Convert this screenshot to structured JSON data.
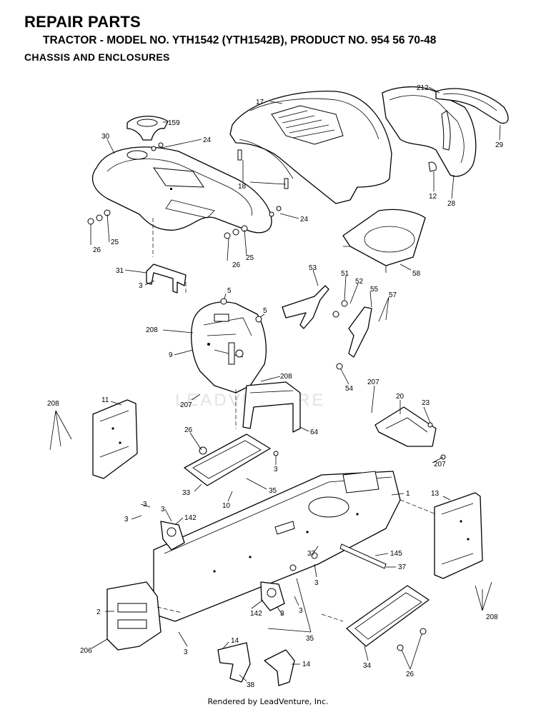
{
  "header": {
    "title": "REPAIR PARTS",
    "subtitle": "TRACTOR - MODEL NO. YTH1542 (YTH1542B), PRODUCT NO. 954 56 70-48",
    "section": "CHASSIS AND ENCLOSURES"
  },
  "watermark": "LEADVENTURE",
  "footer": "Rendered by LeadVenture, Inc.",
  "callouts": [
    {
      "id": "c17",
      "text": "17"
    },
    {
      "id": "c212",
      "text": "212"
    },
    {
      "id": "c159",
      "text": "159"
    },
    {
      "id": "c30",
      "text": "30"
    },
    {
      "id": "c24a",
      "text": "24"
    },
    {
      "id": "c29",
      "text": "29"
    },
    {
      "id": "c18",
      "text": "18"
    },
    {
      "id": "c12",
      "text": "12"
    },
    {
      "id": "c28",
      "text": "28"
    },
    {
      "id": "c24b",
      "text": "24"
    },
    {
      "id": "c25a",
      "text": "25"
    },
    {
      "id": "c26a",
      "text": "26"
    },
    {
      "id": "c25b",
      "text": "25"
    },
    {
      "id": "c26b",
      "text": "26"
    },
    {
      "id": "c58",
      "text": "58"
    },
    {
      "id": "c31",
      "text": "31"
    },
    {
      "id": "c3a",
      "text": "3"
    },
    {
      "id": "c53",
      "text": "53"
    },
    {
      "id": "c51",
      "text": "51"
    },
    {
      "id": "c52",
      "text": "52"
    },
    {
      "id": "c55",
      "text": "55"
    },
    {
      "id": "c57",
      "text": "57"
    },
    {
      "id": "c5a",
      "text": "5"
    },
    {
      "id": "c5b",
      "text": "5"
    },
    {
      "id": "c208a",
      "text": "208"
    },
    {
      "id": "c9",
      "text": "9"
    },
    {
      "id": "c54",
      "text": "54"
    },
    {
      "id": "c208b",
      "text": "208"
    },
    {
      "id": "c207a",
      "text": "207"
    },
    {
      "id": "c207b",
      "text": "207"
    },
    {
      "id": "c20",
      "text": "20"
    },
    {
      "id": "c23",
      "text": "23"
    },
    {
      "id": "c208c",
      "text": "208"
    },
    {
      "id": "c11",
      "text": "11"
    },
    {
      "id": "c64",
      "text": "64"
    },
    {
      "id": "c26c",
      "text": "26"
    },
    {
      "id": "c3b",
      "text": "3"
    },
    {
      "id": "c207c",
      "text": "207"
    },
    {
      "id": "c33",
      "text": "33"
    },
    {
      "id": "c35a",
      "text": "35"
    },
    {
      "id": "c10",
      "text": "10"
    },
    {
      "id": "c1",
      "text": "1"
    },
    {
      "id": "c13",
      "text": "13"
    },
    {
      "id": "c3c",
      "text": "3"
    },
    {
      "id": "c3d",
      "text": "3"
    },
    {
      "id": "c3e",
      "text": "3"
    },
    {
      "id": "c142a",
      "text": "142"
    },
    {
      "id": "c37a",
      "text": "37"
    },
    {
      "id": "c145",
      "text": "145"
    },
    {
      "id": "c37b",
      "text": "37"
    },
    {
      "id": "c3f",
      "text": "3"
    },
    {
      "id": "c2",
      "text": "2"
    },
    {
      "id": "c142b",
      "text": "142"
    },
    {
      "id": "c3g",
      "text": "3"
    },
    {
      "id": "c3h",
      "text": "3"
    },
    {
      "id": "c208d",
      "text": "208"
    },
    {
      "id": "c35b",
      "text": "35"
    },
    {
      "id": "c206",
      "text": "206"
    },
    {
      "id": "c3i",
      "text": "3"
    },
    {
      "id": "c14a",
      "text": "14"
    },
    {
      "id": "c14b",
      "text": "14"
    },
    {
      "id": "c38",
      "text": "38"
    },
    {
      "id": "c34",
      "text": "34"
    },
    {
      "id": "c26d",
      "text": "26"
    }
  ]
}
